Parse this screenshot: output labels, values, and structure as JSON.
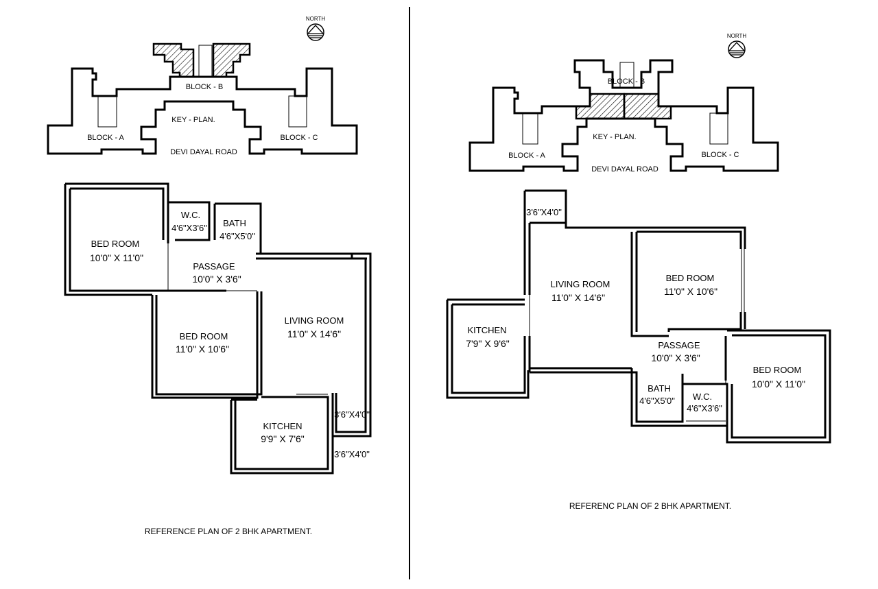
{
  "divider": true,
  "plans": [
    {
      "id": "left",
      "north": "NORTH",
      "key_plan": {
        "block_a": "BLOCK - A",
        "block_b": "BLOCK - B",
        "block_c": "BLOCK - C",
        "title": "KEY - PLAN.",
        "road": "DEVI DAYAL ROAD"
      },
      "rooms": {
        "bedroom1_name": "BED ROOM",
        "bedroom1_dim": "10'0\" X 11'0\"",
        "wc_name": "W.C.",
        "wc_dim": "4'6\"X3'6\"",
        "bath_name": "BATH",
        "bath_dim": "4'6\"X5'0\"",
        "passage_name": "PASSAGE",
        "passage_dim": "10'0\" X 3'6\"",
        "bedroom2_name": "BED ROOM",
        "bedroom2_dim": "11'0\" X 10'6\"",
        "living_name": "LIVING ROOM",
        "living_dim": "11'0\" X 14'6\"",
        "kitchen_name": "KITCHEN",
        "kitchen_dim": "9'9\" X 7'6\"",
        "balcony1": "3'6\"X4'0\"",
        "balcony2": "3'6\"X4'0\""
      },
      "caption": "REFERENCE PLAN OF 2  BHK  APARTMENT."
    },
    {
      "id": "right",
      "north": "NORTH",
      "key_plan": {
        "block_a": "BLOCK - A",
        "block_b": "BLOCK - B",
        "block_c": "BLOCK - C",
        "title": "KEY - PLAN.",
        "road": "DEVI DAYAL ROAD"
      },
      "rooms": {
        "balcony": "3'6\"X4'0\"",
        "living_name": "LIVING ROOM",
        "living_dim": "11'0\" X 14'6\"",
        "bedroom1_name": "BED ROOM",
        "bedroom1_dim": "11'0\" X 10'6\"",
        "kitchen_name": "KITCHEN",
        "kitchen_dim": "7'9\" X 9'6\"",
        "passage_name": "PASSAGE",
        "passage_dim": "10'0\" X 3'6\"",
        "bedroom2_name": "BED ROOM",
        "bedroom2_dim": "10'0\" X 11'0\"",
        "bath_name": "BATH",
        "bath_dim": "4'6\"X5'0\"",
        "wc_name": "W.C.",
        "wc_dim": "4'6\"X3'6\""
      },
      "caption": "REFERENC PLAN OF 2  BHK  APARTMENT."
    }
  ]
}
